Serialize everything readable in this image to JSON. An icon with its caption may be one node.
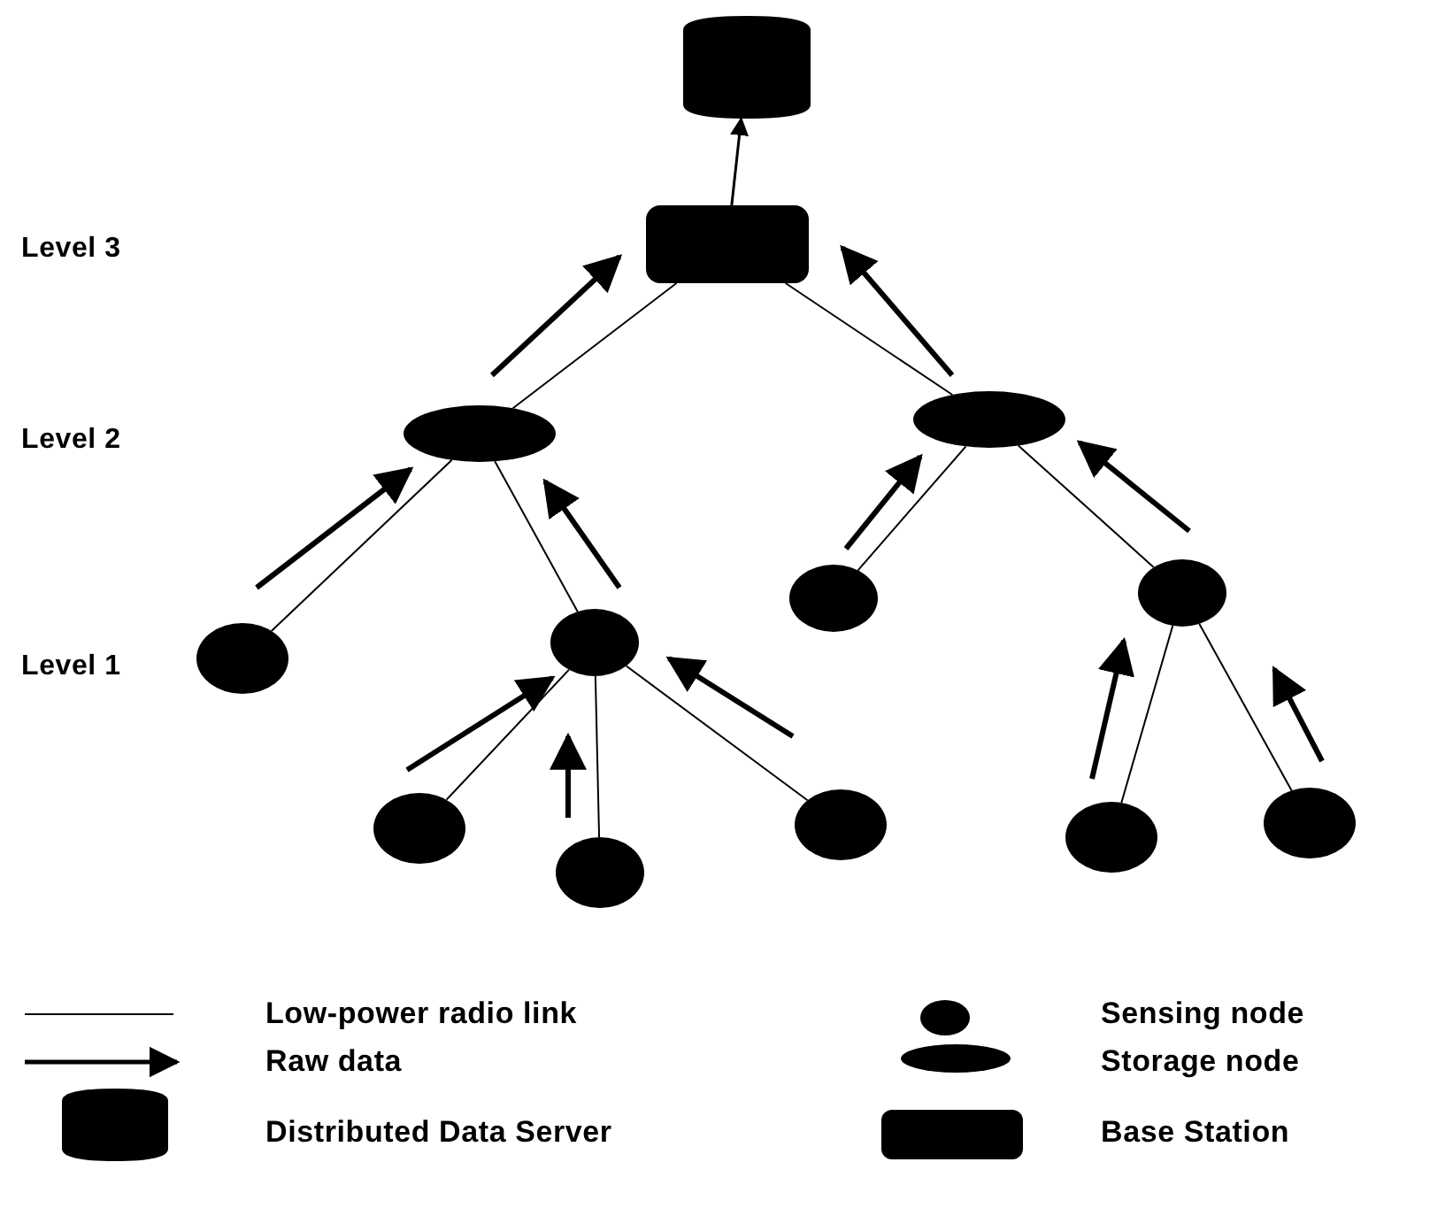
{
  "diagram": {
    "nodes": [
      {
        "text": [],
        "shape": "cylinder"
      },
      {
        "text": [],
        "shape": "box"
      },
      {
        "text": [],
        "shape": "ellipse"
      },
      {
        "text": [],
        "shape": "ellipse"
      },
      {
        "text": [],
        "shape": "circle"
      },
      {
        "text": [],
        "shape": "circle"
      },
      {
        "text": [],
        "shape": "circle"
      },
      {
        "text": [],
        "shape": "circle"
      },
      {
        "text": [],
        "shape": "circle"
      },
      {
        "text": [],
        "shape": "circle"
      },
      {
        "text": [],
        "shape": "circle"
      },
      {
        "text": [],
        "shape": "circle"
      },
      {
        "text": [],
        "shape": "circle"
      }
    ],
    "edges": [
      {
        "from": 1,
        "to": 0,
        "arrow": "to"
      },
      {
        "from": 2,
        "to": 1,
        "arrow": "none"
      },
      {
        "from": 3,
        "to": 1,
        "arrow": "none"
      },
      {
        "from": 4,
        "to": 2,
        "arrow": "none"
      },
      {
        "from": 5,
        "to": 2,
        "arrow": "none"
      },
      {
        "from": 6,
        "to": 3,
        "arrow": "none"
      },
      {
        "from": 7,
        "to": 3,
        "arrow": "none"
      },
      {
        "from": 8,
        "to": 5,
        "arrow": "none"
      },
      {
        "from": 9,
        "to": 5,
        "arrow": "none"
      },
      {
        "from": 10,
        "to": 5,
        "arrow": "none"
      },
      {
        "from": 11,
        "to": 7,
        "arrow": "none"
      },
      {
        "from": 12,
        "to": 7,
        "arrow": "none"
      }
    ],
    "labels": [
      "Level 3",
      "Level 2",
      "Level 1"
    ],
    "legend": [
      {
        "text": "Low-power radio link"
      },
      {
        "text": "Sensing node"
      },
      {
        "text": "Raw data"
      },
      {
        "text": "Storage node"
      },
      {
        "text": "Distributed Data Server"
      },
      {
        "text": "Base Station"
      }
    ]
  }
}
